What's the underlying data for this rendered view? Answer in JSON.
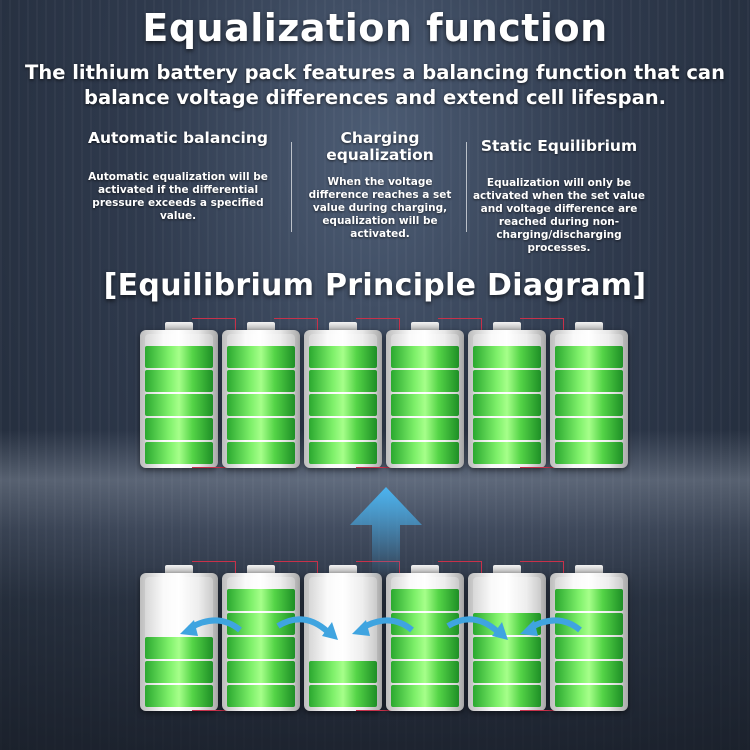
{
  "header": {
    "title": "Equalization function",
    "subtitle": "The lithium battery pack features a balancing function that can balance voltage differences and extend cell lifespan."
  },
  "features": [
    {
      "title": "Automatic balancing",
      "description": "Automatic equalization will be activated if the differential pressure exceeds a specified value."
    },
    {
      "title": "Charging equalization",
      "description": "When the voltage difference reaches a set value during charging, equalization will be activated."
    },
    {
      "title": "Static Equilibrium",
      "description": "Equalization will only be activated when the set value and voltage difference are reached during non-charging/discharging processes."
    }
  ],
  "diagram": {
    "title": "[Equilibrium Principle Diagram]",
    "top_row_levels": [
      5,
      5,
      5,
      5,
      5,
      5
    ],
    "bottom_row_levels": [
      3,
      5,
      2,
      5,
      4,
      5
    ],
    "colors": {
      "battery_green": "#54d447",
      "wire": "#c8314a",
      "arrow_blue": "#3fa4e0"
    },
    "icons": [
      "up-arrow-icon",
      "curved-swap-arrow-icon"
    ]
  }
}
